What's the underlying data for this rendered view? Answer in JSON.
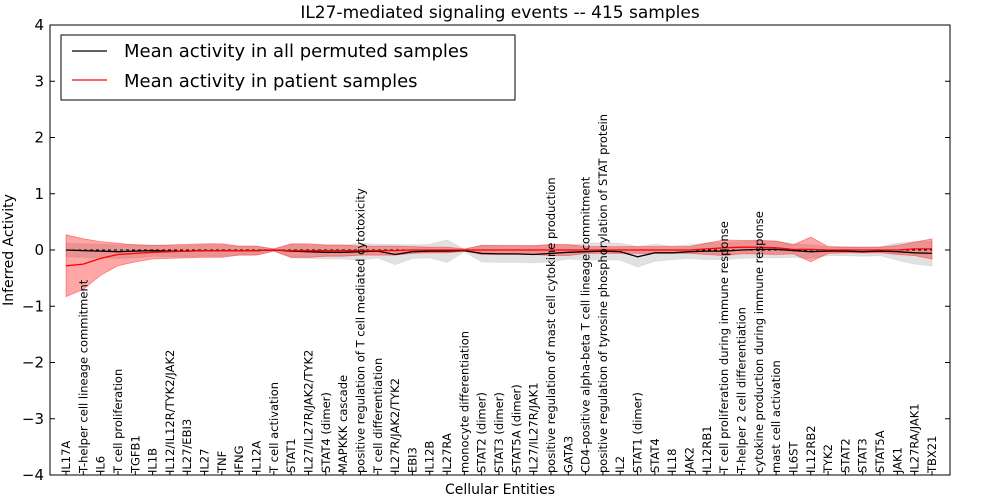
{
  "chart_data": {
    "type": "line",
    "title": "IL27-mediated signaling events -- 415 samples",
    "xlabel": "Cellular Entities",
    "ylabel": "Inferred Activity",
    "ylim": [
      -4,
      4
    ],
    "yticks": [
      4,
      3,
      2,
      1,
      0,
      -1,
      -2,
      -3,
      -4
    ],
    "grid": false,
    "legend_position": "top-left",
    "categories": [
      "IL17A",
      "T-helper cell lineage commitment",
      "IL6",
      "T cell proliferation",
      "TGFB1",
      "IL1B",
      "IL12/IL12R/TYK2/JAK2",
      "IL27/EBI3",
      "IL27",
      "TNF",
      "IFNG",
      "IL12A",
      "T cell activation",
      "STAT1",
      "IL27/IL27R/JAK2/TYK2",
      "STAT4 (dimer)",
      "MAPKKK cascade",
      "positive regulation of T cell mediated cytotoxicity",
      "T cell differentiation",
      "IL27R/JAK2/TYK2",
      "EBI3",
      "IL12B",
      "IL27RA",
      "monocyte differentiation",
      "STAT2 (dimer)",
      "STAT3 (dimer)",
      "STAT5A (dimer)",
      "IL27/IL27R/JAK1",
      "positive regulation of mast cell cytokine production",
      "GATA3",
      "CD4-positive alpha-beta T cell lineage commitment",
      "positive regulation of tyrosine phosphorylation of STAT protein",
      "IL2",
      "STAT1 (dimer)",
      "STAT4",
      "IL18",
      "JAK2",
      "IL12RB1",
      "T cell proliferation during immune response",
      "T-helper 2 cell differentiation",
      "cytokine production during immune response",
      "mast cell activation",
      "IL6ST",
      "IL12RB2",
      "TYK2",
      "STAT2",
      "STAT3",
      "STAT5A",
      "JAK1",
      "IL27RA/JAK1",
      "TBX21"
    ],
    "series": [
      {
        "name": "Mean activity in all permuted samples",
        "color": "#000000",
        "values": [
          0,
          -0.01,
          -0.02,
          -0.03,
          -0.02,
          -0.01,
          -0.02,
          -0.02,
          -0.01,
          -0.01,
          -0.01,
          -0.01,
          0,
          -0.02,
          -0.03,
          -0.04,
          -0.04,
          -0.03,
          -0.02,
          -0.08,
          -0.03,
          -0.02,
          -0.02,
          -0.01,
          -0.06,
          -0.07,
          -0.07,
          -0.08,
          -0.06,
          -0.04,
          -0.03,
          -0.02,
          -0.03,
          -0.12,
          -0.05,
          -0.05,
          -0.03,
          -0.02,
          -0.02,
          0,
          0.01,
          0.01,
          -0.01,
          -0.03,
          -0.02,
          -0.02,
          -0.03,
          -0.02,
          -0.03,
          -0.05,
          -0.06
        ],
        "band": [
          0.12,
          0.12,
          0.12,
          0.12,
          0.12,
          0.1,
          0.1,
          0.1,
          0.1,
          0.1,
          0.08,
          0.08,
          0.02,
          0.12,
          0.12,
          0.12,
          0.12,
          0.15,
          0.12,
          0.18,
          0.12,
          0.12,
          0.2,
          0.02,
          0.15,
          0.15,
          0.15,
          0.15,
          0.15,
          0.12,
          0.15,
          0.15,
          0.15,
          0.18,
          0.15,
          0.12,
          0.12,
          0.15,
          0.15,
          0.15,
          0.15,
          0.15,
          0.12,
          0.12,
          0.08,
          0.08,
          0.08,
          0.08,
          0.15,
          0.2,
          0.22
        ]
      },
      {
        "name": "Mean activity in patient samples",
        "color": "#ff0000",
        "values": [
          -0.28,
          -0.25,
          -0.15,
          -0.08,
          -0.06,
          -0.04,
          -0.03,
          -0.02,
          -0.01,
          -0.01,
          -0.01,
          -0.01,
          0,
          -0.01,
          -0.01,
          -0.01,
          -0.01,
          -0.01,
          -0.01,
          -0.01,
          0,
          0,
          0,
          0,
          0,
          0,
          0,
          0,
          0,
          0,
          0,
          0,
          0,
          0,
          0,
          0,
          0,
          0.02,
          0.04,
          0.05,
          0.05,
          0.04,
          0.01,
          0.01,
          0,
          0,
          0,
          0,
          0,
          0.02,
          0.02
        ],
        "band": [
          0.55,
          0.45,
          0.3,
          0.2,
          0.15,
          0.12,
          0.12,
          0.12,
          0.12,
          0.12,
          0.08,
          0.08,
          0.02,
          0.12,
          0.12,
          0.1,
          0.1,
          0.08,
          0.08,
          0.08,
          0.06,
          0.05,
          0.05,
          0.02,
          0.08,
          0.08,
          0.08,
          0.08,
          0.1,
          0.1,
          0.06,
          0.06,
          0.06,
          0.06,
          0.06,
          0.06,
          0.06,
          0.1,
          0.14,
          0.12,
          0.12,
          0.12,
          0.08,
          0.22,
          0.06,
          0.05,
          0.05,
          0.05,
          0.08,
          0.12,
          0.18
        ]
      }
    ]
  }
}
